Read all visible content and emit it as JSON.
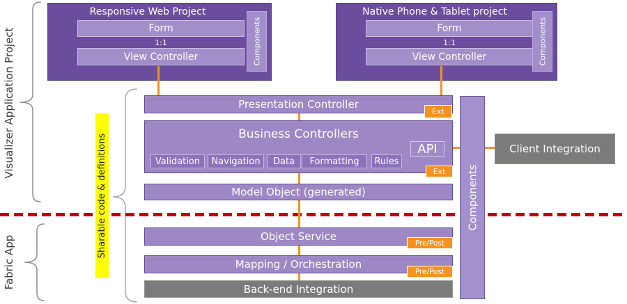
{
  "side_labels": {
    "visualizer": "Visualizer Application Project",
    "fabric": "Fabric App",
    "sharable": "Sharable code & definitions"
  },
  "projects": [
    {
      "title": "Responsive Web Project",
      "form": "Form",
      "ratio": "1:1",
      "view_controller": "View Controller",
      "components": "Components"
    },
    {
      "title": "Native Phone & Tablet project",
      "form": "Form",
      "ratio": "1:1",
      "view_controller": "View Controller",
      "components": "Components"
    }
  ],
  "stack": {
    "presentation_controller": "Presentation Controller",
    "business_controllers": "Business Controllers",
    "business_items": [
      "Validation",
      "Navigation",
      "Data",
      "Formatting",
      "Rules"
    ],
    "api": "API",
    "ext_top": "Ext",
    "ext_bottom": "Ext",
    "model_object": "Model Object (generated)",
    "object_service": "Object Service",
    "pre_post_top": "Pre/Post",
    "pre_post_bottom": "Pre/Post",
    "mapping_orchestration": "Mapping / Orchestration",
    "backend_integration": "Back-end Integration",
    "components": "Components",
    "client_integration": "Client Integration"
  },
  "colors": {
    "purple_dark": "#6b4d9e",
    "purple_box": "#9d88c5",
    "purple_sub_box": "#8b72ba",
    "purple_inner": "#a28fca",
    "components_bar": "#a291cc",
    "orange_accent": "#f5921e",
    "gray_box": "#7b7b7b",
    "red_divider": "#c00000",
    "yellow_highlight": "#ffff00"
  }
}
